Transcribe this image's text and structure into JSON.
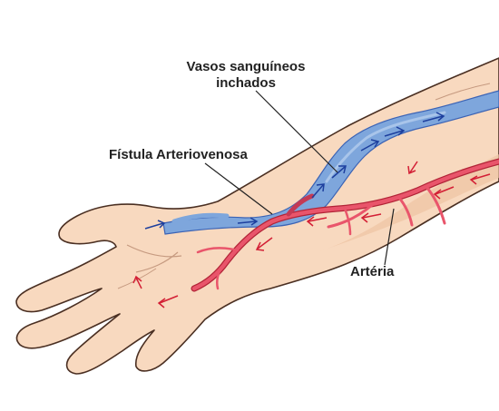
{
  "labels": {
    "vasos_line1": "Vasos sanguíneos",
    "vasos_line2": "inchados",
    "fistula": "Fístula Arteriovenosa",
    "arteria": "Artéria"
  },
  "colors": {
    "skin": "#f8d9bf",
    "skin_outline": "#4a2f22",
    "vein": "#7ea6dc",
    "vein_dark": "#3b63b5",
    "artery": "#e9556b",
    "artery_dark": "#b22437",
    "arrow_blue": "#1d3f9e",
    "arrow_red": "#d31f35",
    "leader": "#222222"
  }
}
